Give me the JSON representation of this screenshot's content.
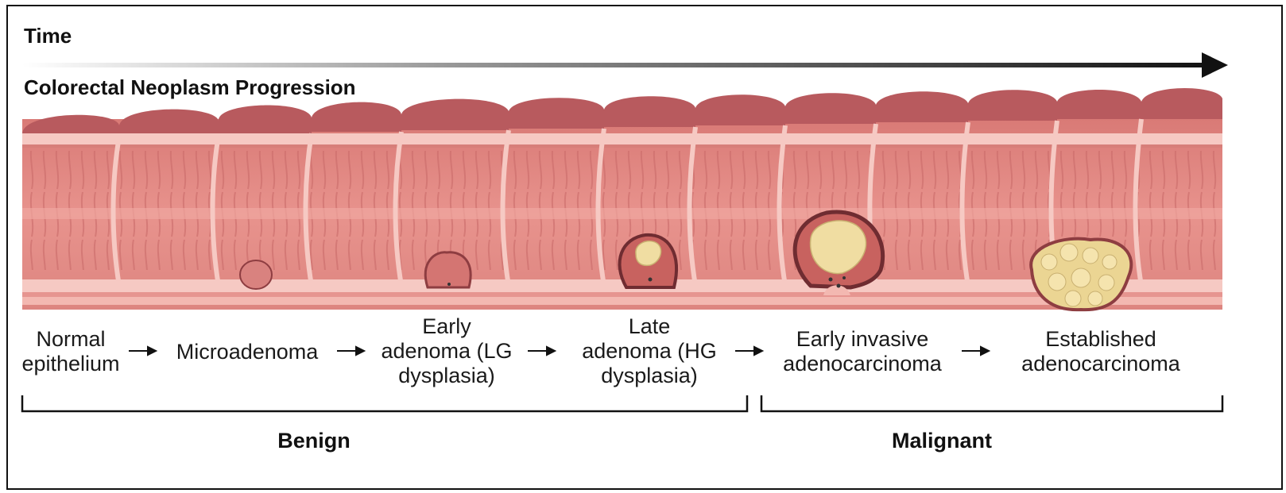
{
  "header": {
    "time_label": "Time",
    "title": "Colorectal Neoplasm Progression"
  },
  "stages": [
    {
      "line1": "Normal",
      "line2": "epithelium",
      "line3": ""
    },
    {
      "line1": "",
      "line2": "Microadenoma",
      "line3": ""
    },
    {
      "line1": "Early",
      "line2": "adenoma (LG",
      "line3": "dysplasia)"
    },
    {
      "line1": "Late",
      "line2": "adenoma (HG",
      "line3": "dysplasia)"
    },
    {
      "line1": "Early invasive",
      "line2": "adenocarcinoma",
      "line3": ""
    },
    {
      "line1": "Established",
      "line2": "adenocarcinoma",
      "line3": ""
    }
  ],
  "groups": {
    "benign": "Benign",
    "malignant": "Malignant"
  },
  "colors": {
    "tissue": "#e48f8a",
    "tissue_dark": "#b9575a",
    "mucosa_light": "#f6c9c3",
    "tumor": "#f0dda2",
    "outline": "#111111"
  }
}
